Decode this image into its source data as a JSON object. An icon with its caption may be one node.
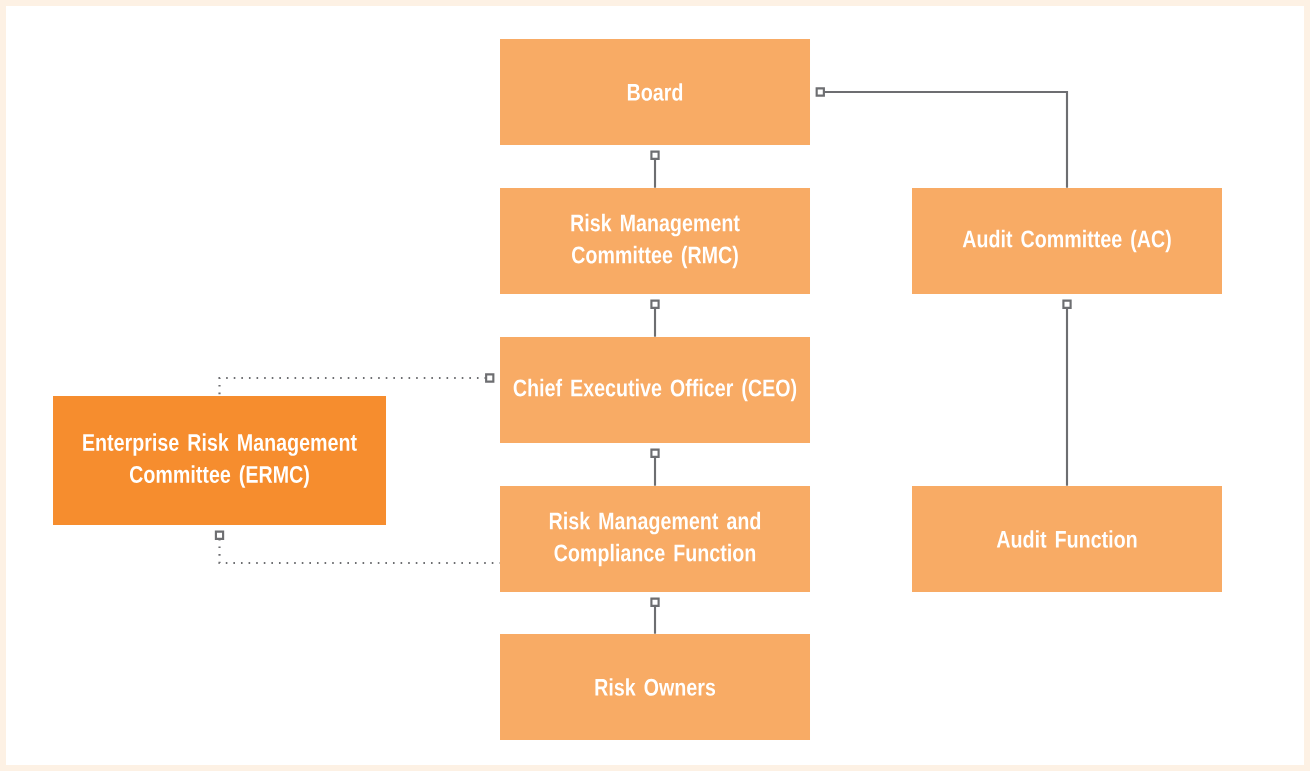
{
  "diagram": {
    "nodes": [
      {
        "text": [
          "Board"
        ]
      },
      {
        "text": [
          "Risk Management Committee (RMC)"
        ]
      },
      {
        "text": [
          "Audit Committee (AC)"
        ]
      },
      {
        "text": [
          "Chief Executive Officer (CEO)"
        ]
      },
      {
        "text": [
          "Enterprise Risk Management Committee (ERMC)"
        ]
      },
      {
        "text": [
          "Risk Management and Compliance Function"
        ]
      },
      {
        "text": [
          "Audit Function"
        ]
      },
      {
        "text": [
          "Risk Owners"
        ]
      }
    ],
    "edges": [
      {
        "from": 0,
        "to": 1,
        "arrow": "other"
      },
      {
        "from": 0,
        "to": 2,
        "arrow": "other"
      },
      {
        "from": 1,
        "to": 3,
        "arrow": "other"
      },
      {
        "from": 3,
        "to": 5,
        "arrow": "other"
      },
      {
        "from": 5,
        "to": 7,
        "arrow": "other"
      },
      {
        "from": 2,
        "to": 6,
        "arrow": "other"
      },
      {
        "from": 3,
        "to": 4,
        "arrow": "other",
        "style": "dashed"
      },
      {
        "from": 4,
        "to": 5,
        "arrow": "other",
        "style": "dashed"
      }
    ]
  }
}
